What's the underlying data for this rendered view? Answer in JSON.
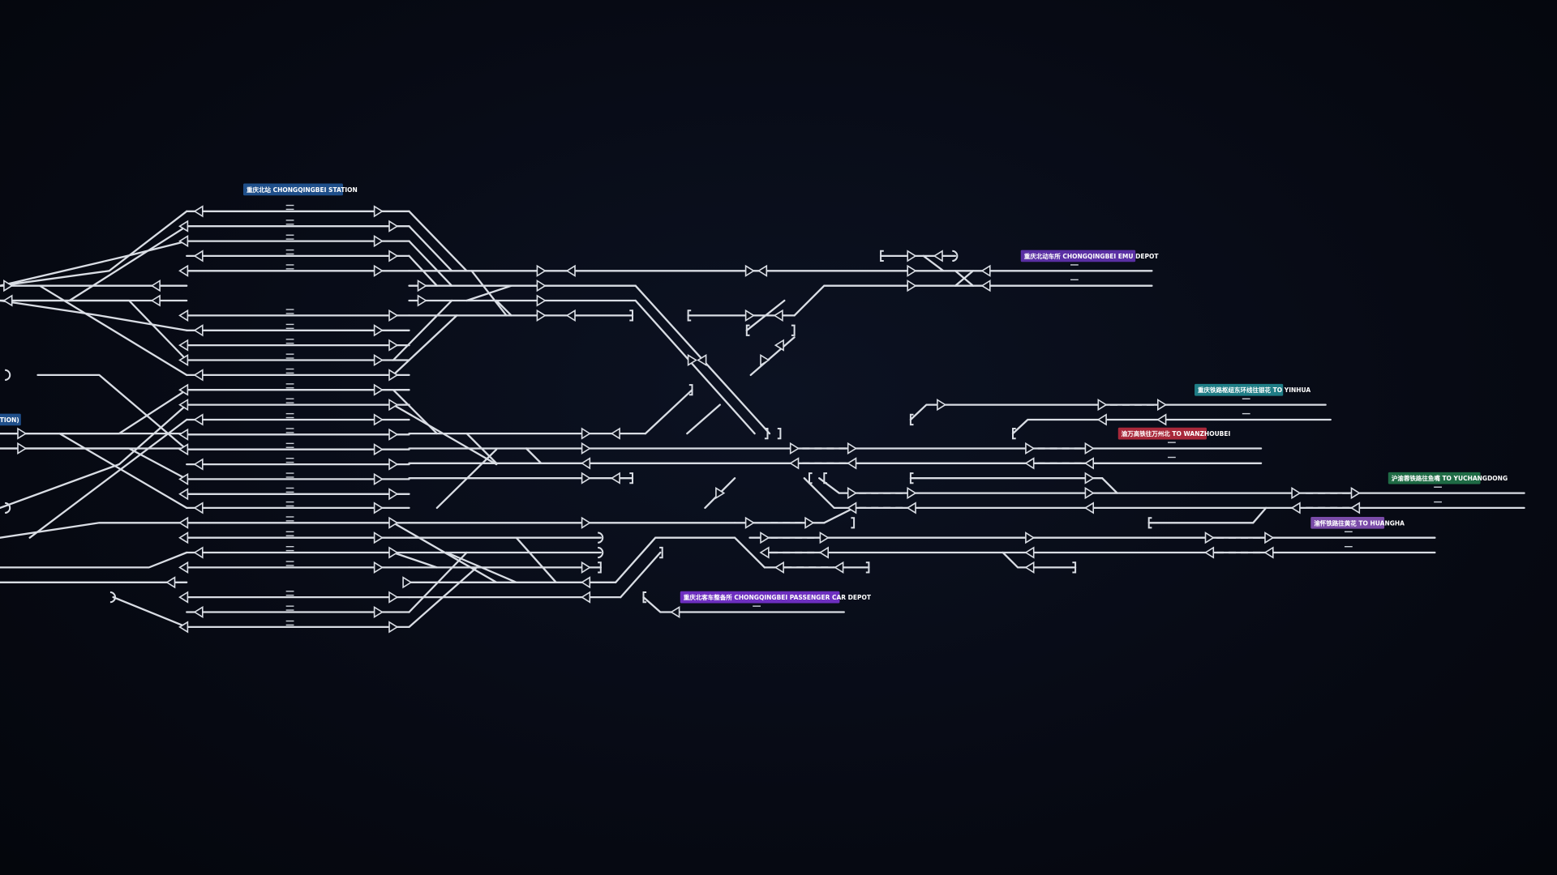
{
  "labels": {
    "station": "重庆北站 CHONGQINGBEI STATION",
    "emu_depot": "重庆北动车所 CHONGQINGBEI EMU DEPOT",
    "to_yinhua": "重庆铁路枢纽东环线往银花 TO YINHUA",
    "to_wanzhoubei": "渝万高铁往万州北 TO WANZHOUBEI",
    "to_yuchangdong": "沪渝蓉铁路往鱼嘴 TO YUCHANGDONG",
    "to_huangha": "渝怀铁路往黄花 TO HUANGHA",
    "passenger_depot": "重庆北客车整备所 CHONGQINGBEI PASSENGER CAR DEPOT",
    "edge_clipped": "CTION)"
  },
  "colors": {
    "background": "#060911",
    "track": "#d9dde4",
    "station_label": "#1f4f8a",
    "depot_label": "#5a2fa3",
    "yinhua_label": "#1f7d86",
    "wanzhoubei_label": "#a8283a",
    "yuchangdong_label": "#1f6b45",
    "huangha_label": "#7a4ba8",
    "passenger_depot_label": "#6d2fbf"
  }
}
